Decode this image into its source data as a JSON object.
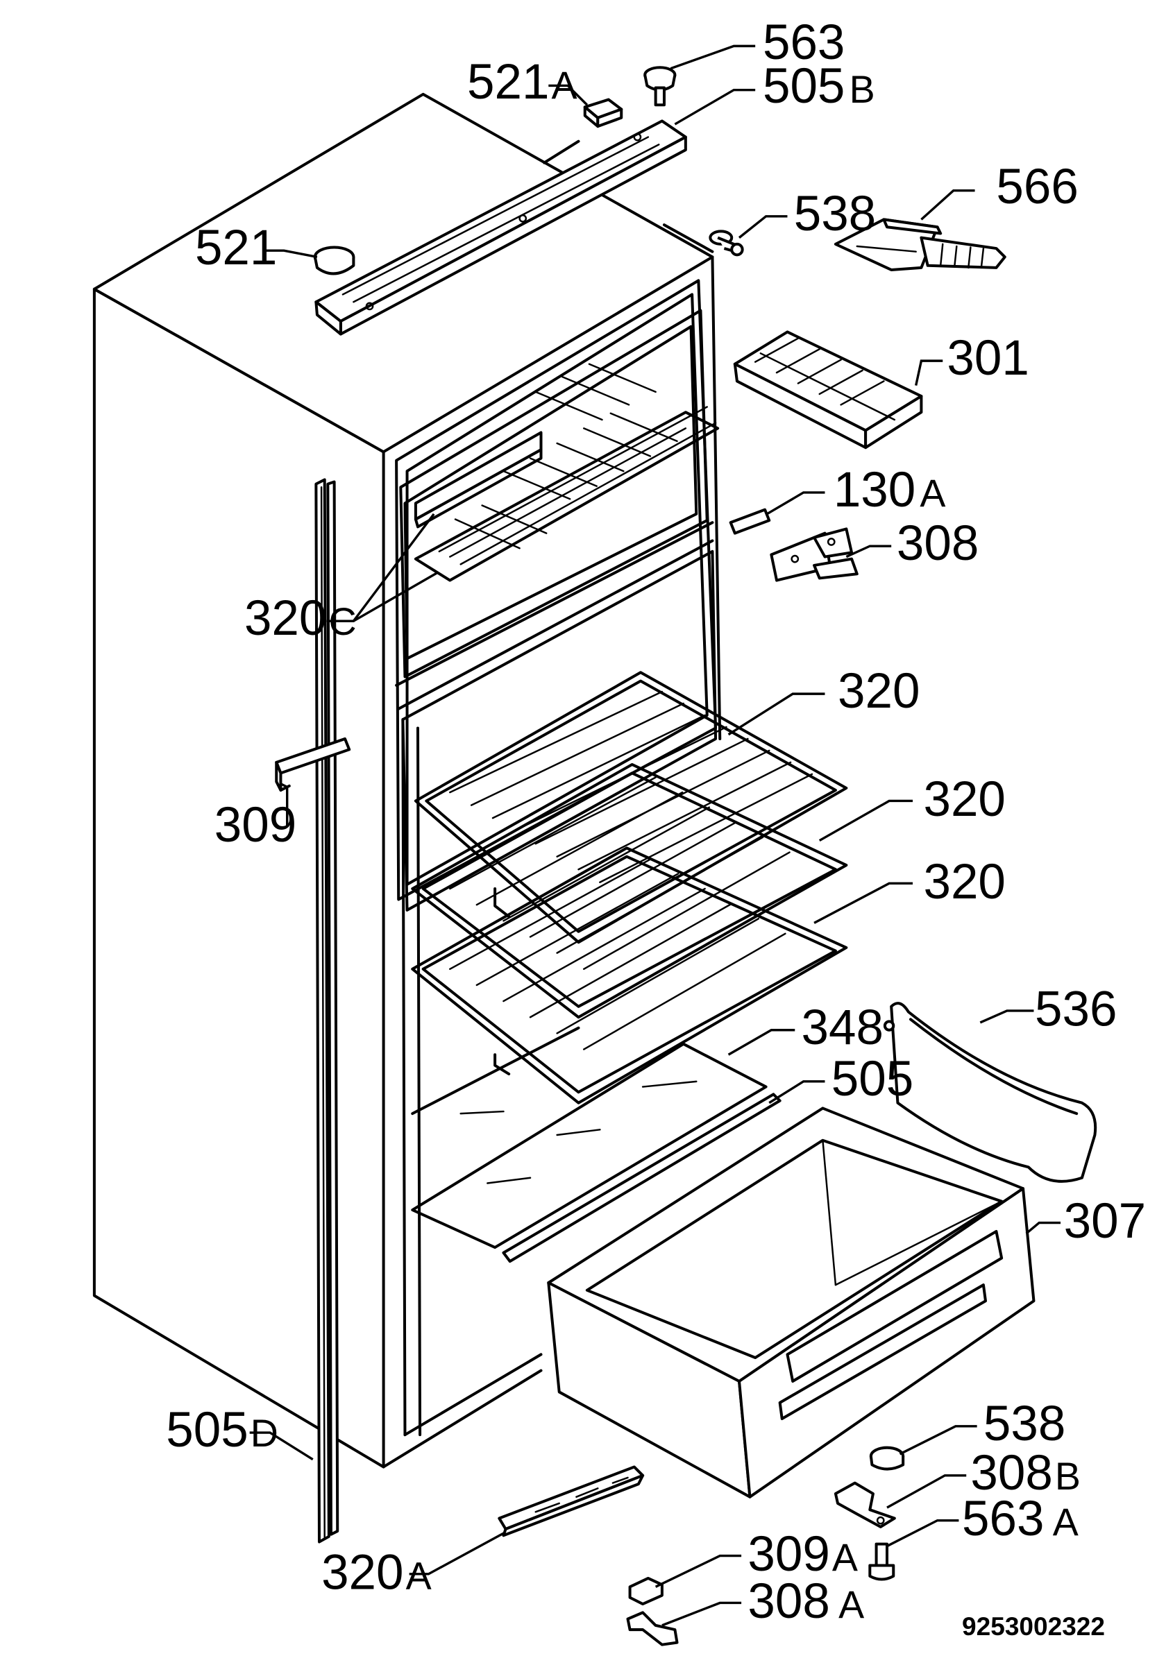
{
  "labels": {
    "p563": "563",
    "p521a": "521",
    "p521a_suffix": "A",
    "p505b": "505",
    "p505b_suffix": "B",
    "p566": "566",
    "p538_top": "538",
    "p521": "521",
    "p301": "301",
    "p130a": "130",
    "p130a_suffix": "A",
    "p308": "308",
    "p320c": "320",
    "p320c_suffix": "C",
    "p320_1": "320",
    "p309": "309",
    "p320_2": "320",
    "p320_3": "320",
    "p536": "536",
    "p348": "348",
    "p505": "505",
    "p307": "307",
    "p505d": "505",
    "p505d_suffix": "D",
    "p538_bottom": "538",
    "p308b": "308",
    "p308b_suffix": "B",
    "p563a": "563",
    "p563a_suffix": "A",
    "p320a": "320",
    "p320a_suffix": "A",
    "p309a": "309",
    "p309a_suffix": "A",
    "p308a": "308",
    "p308a_suffix": "A"
  },
  "drawing_number": "9253002322"
}
